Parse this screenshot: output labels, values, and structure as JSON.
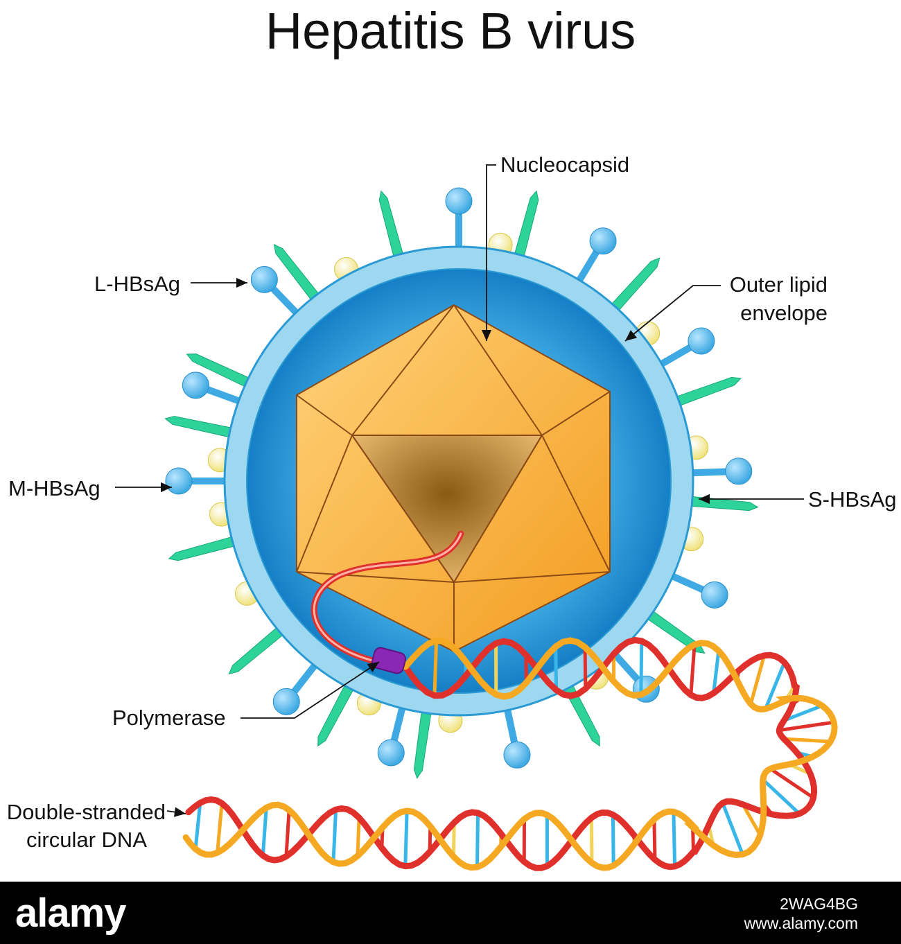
{
  "title": "Hepatitis B virus",
  "labels": {
    "nucleocapsid": "Nucleocapsid",
    "l_hbsag": "L-HBsAg",
    "outer_lipid_line1": "Outer lipid",
    "outer_lipid_line2": "envelope",
    "m_hbsag": "M-HBsAg",
    "s_hbsag": "S-HBsAg",
    "polymerase": "Polymerase",
    "dna_line1": "Double-stranded",
    "dna_line2": "circular DNA"
  },
  "footer": {
    "logo": "alamy",
    "stock_id": "2WAG4BG",
    "site": "www.alamy.com"
  },
  "colors": {
    "envelope": "#9ed8f0",
    "interior": "#1e8fd4",
    "capsid": "#f5a623",
    "spike_green": "#2ed39a",
    "knob_blue": "#4cb3e6",
    "lipid_yellow": "#f4e88a",
    "dna_red": "#e0302c",
    "dna_orange": "#f5a821",
    "polymerase": "#8b27b5"
  }
}
